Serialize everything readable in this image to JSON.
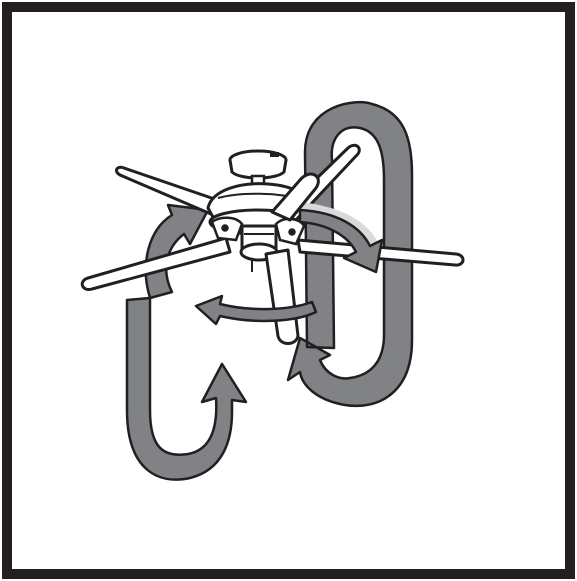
{
  "figure": {
    "subject": "ceiling-fan",
    "blade_count": 5,
    "airflow": {
      "direction": "updraft",
      "arrow_count": 5
    },
    "colors": {
      "background": "#ffffff",
      "frame": "#231f20",
      "arrow_fill": "#808285",
      "arrow_stroke": "#231f20",
      "fan_fill": "#ffffff",
      "fan_stroke": "#231f20",
      "shade": "#d9d9d9"
    }
  }
}
